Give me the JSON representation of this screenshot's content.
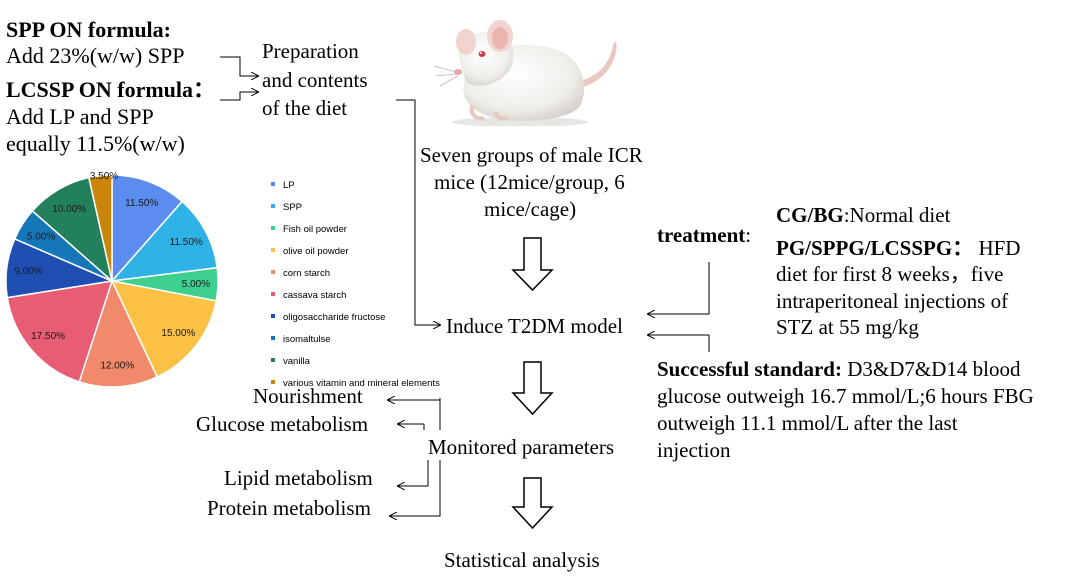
{
  "formulas": {
    "spp_title": "SPP ON formula:",
    "spp_desc": "Add  23%(w/w)  SPP",
    "lcssp_title": "LCSSP ON formula：",
    "lcssp_desc_1": "Add LP and SPP",
    "lcssp_desc_2": "equally 11.5%(w/w)"
  },
  "preparation": {
    "line1": "Preparation",
    "line2": "and contents",
    "line3": "of the diet"
  },
  "mice": {
    "line1": "Seven groups of male ICR",
    "line2": "mice (12mice/group, 6",
    "line3": "mice/cage)"
  },
  "flow": {
    "induce": "Induce T2DM model",
    "monitored": "Monitored parameters",
    "statistical": "Statistical analysis"
  },
  "parameters": [
    "Nourishment",
    "Glucose metabolism",
    "Lipid metabolism",
    "Protein metabolism"
  ],
  "treatment": {
    "label": "treatment",
    "colon": ":",
    "cg_bold": "CG/BG",
    "cg_rest": ":Normal diet",
    "pg_bold": "PG/SPPG/LCSSPG：",
    "pg_rest": " HFD",
    "pg_line2": "diet for first 8 weeks，five",
    "pg_line3": "intraperitoneal injections of",
    "pg_line4": "STZ at 55 mg/kg"
  },
  "standard": {
    "bold": "Successful standard:",
    "rest": " D3&D7&D14 blood",
    "line2": "glucose outweigh 16.7 mmol/L;6 hours FBG",
    "line3": "outweigh  11.1 mmol/L after the last",
    "line4": "injection"
  },
  "chart_data": {
    "type": "pie",
    "title": "",
    "slices": [
      {
        "label": "LP",
        "value": 11.5,
        "value_label": "11.50%",
        "color": "#5b8def"
      },
      {
        "label": "SPP",
        "value": 11.5,
        "value_label": "11.50%",
        "color": "#2fb3e6"
      },
      {
        "label": "Fish oil powder",
        "value": 5.0,
        "value_label": "5.00%",
        "color": "#3ccf8e"
      },
      {
        "label": "olive oil powder",
        "value": 15.0,
        "value_label": "15.00%",
        "color": "#fbc145"
      },
      {
        "label": "corn starch",
        "value": 12.0,
        "value_label": "12.00%",
        "color": "#f08a6a"
      },
      {
        "label": "cassava starch",
        "value": 17.5,
        "value_label": "17.50%",
        "color": "#e85c74"
      },
      {
        "label": "oligosaccharide fructose",
        "value": 9.0,
        "value_label": "9.00%",
        "color": "#1f4fb3"
      },
      {
        "label": "isomaltulse",
        "value": 5.0,
        "value_label": "5.00%",
        "color": "#1577b8"
      },
      {
        "label": "vanilla",
        "value": 10.0,
        "value_label": "10.00%",
        "color": "#23805c"
      },
      {
        "label": "various vitamin and mineral elements",
        "value": 3.5,
        "value_label": "3.50%",
        "color": "#c9860a"
      }
    ],
    "legend_placement": "right"
  }
}
